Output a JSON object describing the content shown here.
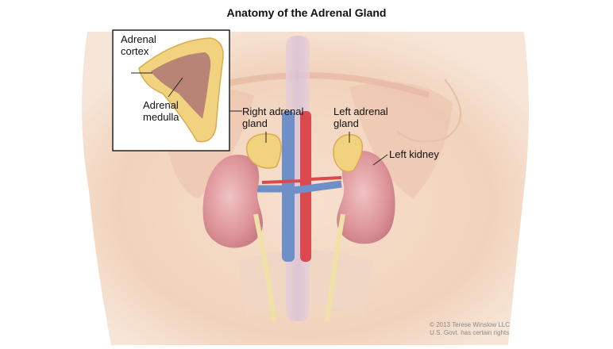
{
  "title": "Anatomy of the Adrenal Gland",
  "inset": {
    "cortex_label_1": "Adrenal",
    "cortex_label_2": "cortex",
    "medulla_label_1": "Adrenal",
    "medulla_label_2": "medulla"
  },
  "labels": {
    "right_adrenal_1": "Right adrenal",
    "right_adrenal_2": "gland",
    "left_adrenal_1": "Left adrenal",
    "left_adrenal_2": "gland",
    "left_kidney": "Left kidney"
  },
  "credit": {
    "line1": "© 2013 Terese Winslow LLC",
    "line2": "U.S. Govt. has certain rights"
  },
  "colors": {
    "skin": "#f5dcc6",
    "muscle": "#e8b9a5",
    "kidney": "#e3a0a4",
    "adrenal": "#f1d27e",
    "vein": "#6f8fc8",
    "artery": "#d9494e",
    "ureter": "#f0e2a6"
  }
}
